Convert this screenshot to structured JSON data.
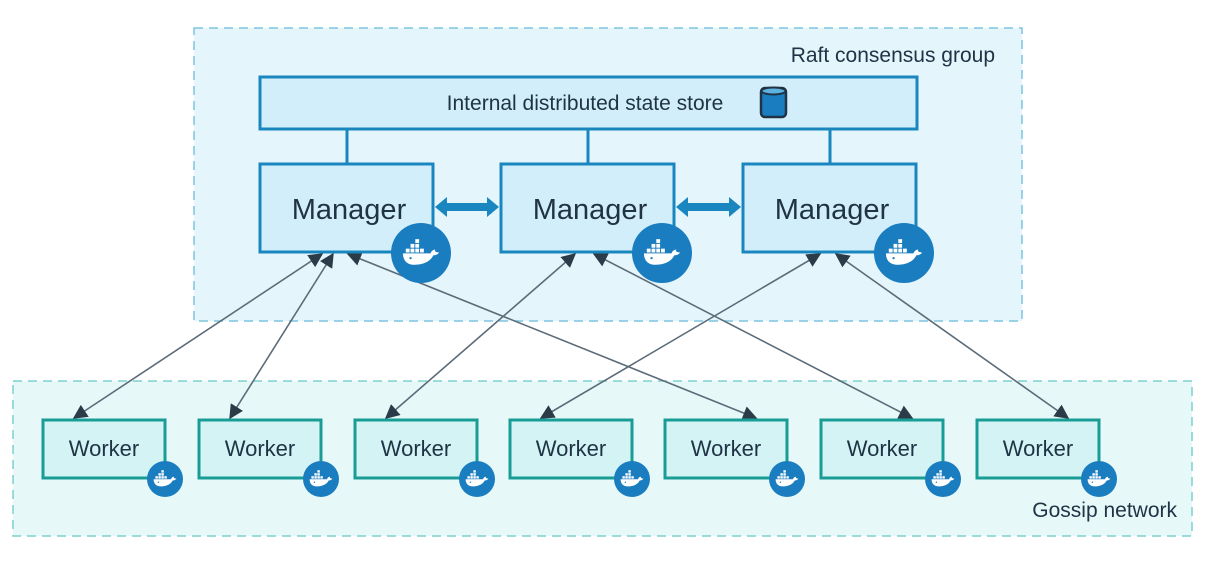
{
  "raft_group": {
    "label": "Raft consensus group"
  },
  "state_store": {
    "label": "Internal distributed state store",
    "icon": "database-icon"
  },
  "managers": [
    {
      "label": "Manager",
      "icon": "docker-whale-icon"
    },
    {
      "label": "Manager",
      "icon": "docker-whale-icon"
    },
    {
      "label": "Manager",
      "icon": "docker-whale-icon"
    }
  ],
  "gossip_network": {
    "label": "Gossip network"
  },
  "workers": [
    {
      "label": "Worker"
    },
    {
      "label": "Worker"
    },
    {
      "label": "Worker"
    },
    {
      "label": "Worker"
    },
    {
      "label": "Worker"
    },
    {
      "label": "Worker"
    },
    {
      "label": "Worker"
    }
  ],
  "links": [
    {
      "manager": 0,
      "worker": 0
    },
    {
      "manager": 0,
      "worker": 1
    },
    {
      "manager": 0,
      "worker": 4
    },
    {
      "manager": 1,
      "worker": 2
    },
    {
      "manager": 1,
      "worker": 5
    },
    {
      "manager": 2,
      "worker": 3
    },
    {
      "manager": 2,
      "worker": 6
    }
  ],
  "colors": {
    "manager_blue": "#1a86c0",
    "manager_fill": "#d2eefb",
    "raft_fill": "#e5f5fc",
    "worker_teal": "#1a9c96",
    "worker_fill": "#d3f3f4",
    "gossip_fill": "#e6f8f8",
    "docker_badge": "#1a7dbf",
    "arrow": "#5b6b78",
    "text": "#1f3345"
  }
}
